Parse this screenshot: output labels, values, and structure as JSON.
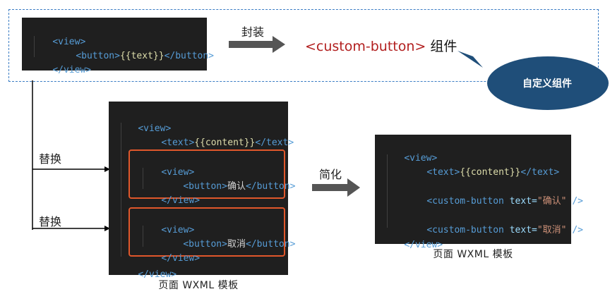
{
  "top": {
    "code_lines": [
      {
        "open": "<view>"
      },
      {
        "open": "<button>",
        "mustache": "{{text}}",
        "close": "</button>"
      },
      {
        "open": "</view>"
      }
    ],
    "arrow_label": "封装",
    "component_tag": "<custom-button>",
    "component_suffix": " 组件",
    "bubble_text": "自定义组件"
  },
  "middle": {
    "replace_label_1": "替换",
    "replace_label_2": "替换",
    "line1_open": "<view>",
    "line2_open": "<text>",
    "line2_mustache": "{{content}}",
    "line2_close": "</text>",
    "block1": {
      "open": "<view>",
      "btn_open": "<button>",
      "btn_text": "确认",
      "btn_close": "</button>",
      "close": "</view>"
    },
    "block2": {
      "open": "<view>",
      "btn_open": "<button>",
      "btn_text": "取消",
      "btn_close": "</button>",
      "close": "</view>"
    },
    "last_close": "</view>",
    "caption": "页面 WXML 模板"
  },
  "right": {
    "arrow_label": "简化",
    "line1": "<view>",
    "line2_open": "<text>",
    "line2_mustache": "{{content}}",
    "line2_close": "</text>",
    "line3_tag": "<custom-button",
    "line3_attr": " text=",
    "line3_val": "\"确认\"",
    "line3_end": " />",
    "line4_tag": "<custom-button",
    "line4_attr": " text=",
    "line4_val": "\"取消\"",
    "line4_end": " />",
    "line5": "</view>",
    "caption": "页面 WXML 模板"
  },
  "colors": {
    "dashed_border": "#3a7cc4",
    "bubble": "#1f4e79",
    "highlight": "#e0572b",
    "component_tag": "#b21f1f",
    "arrow": "#555555"
  }
}
